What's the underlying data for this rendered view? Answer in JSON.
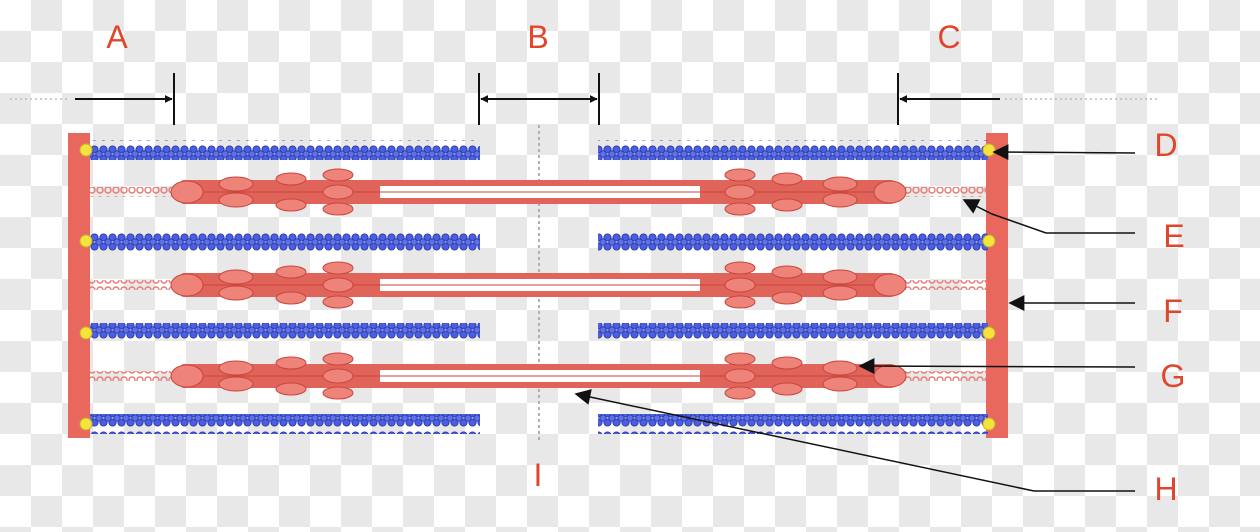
{
  "colors": {
    "label": "#e0462c",
    "z_disc": "#e8685e",
    "actin": "#4a5fe0",
    "actin_dark": "#2a35a8",
    "myosin": "#e0645a",
    "myosin_head": "#ee837a",
    "titin": "#e67b74",
    "arrow": "#111111",
    "m_line": "#b0b0b0",
    "node": "#f3e33a"
  },
  "labels": {
    "a": "A",
    "b": "B",
    "c": "C",
    "d": "D",
    "e": "E",
    "f": "F",
    "g": "G",
    "h": "H",
    "i": "I"
  }
}
